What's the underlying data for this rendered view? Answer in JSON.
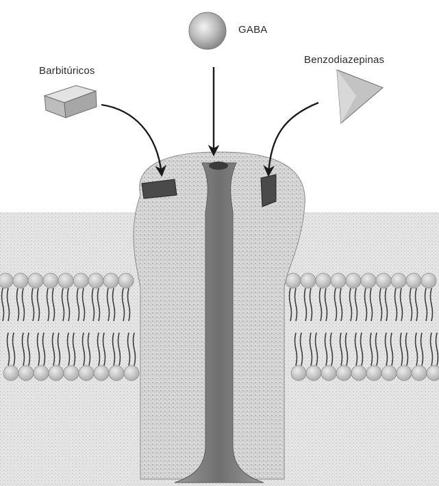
{
  "labels": {
    "gaba": "GABA",
    "barbiturates": "Barbitúricos",
    "benzodiazepines": "Benzodiazepinas"
  },
  "colors": {
    "receptor": "#c9c9c9",
    "membrane": "#e4e4e4",
    "channel": "#7d7d7d",
    "arrow": "#1a1a1a",
    "ligand": "#a8a8a8"
  }
}
